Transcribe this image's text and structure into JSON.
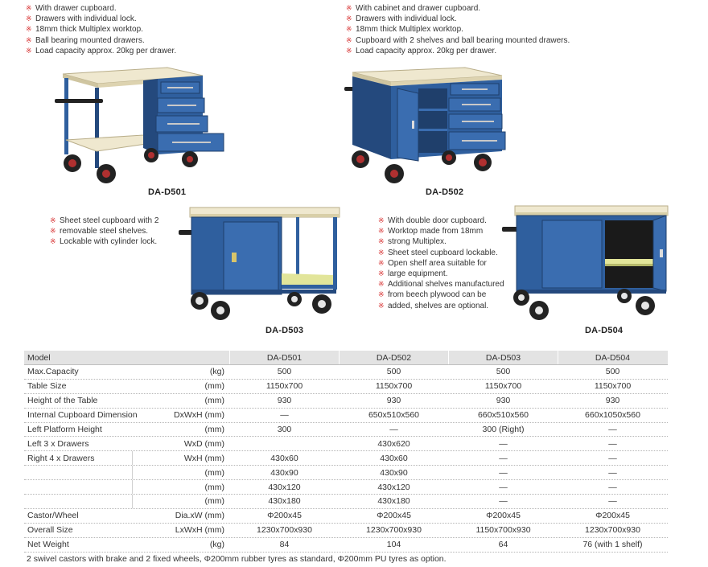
{
  "d501": {
    "model": "DA-D501",
    "bullets": [
      "With drawer cupboard.",
      "Drawers with individual lock.",
      "18mm thick Multiplex worktop.",
      "Ball bearing mounted drawers.",
      "Load capacity approx. 20kg per drawer."
    ]
  },
  "d502": {
    "model": "DA-D502",
    "bullets": [
      "With cabinet and drawer cupboard.",
      "Drawers with individual lock.",
      "18mm thick Multiplex worktop.",
      "Cupboard with 2 shelves and ball bearing mounted drawers.",
      "Load capacity approx. 20kg per drawer."
    ]
  },
  "d503": {
    "model": "DA-D503",
    "bullets": [
      "Sheet steel cupboard with 2",
      "removable steel shelves.",
      "Lockable with cylinder lock."
    ]
  },
  "d504": {
    "model": "DA-D504",
    "bullets": [
      "With double door cupboard.",
      "Worktop made from 18mm",
      "strong Multiplex.",
      "Sheet steel cupboard lockable.",
      "Open shelf area suitable for",
      "large equipment.",
      "Additional shelves manufactured",
      "from beech plywood can be",
      "added, shelves are optional."
    ]
  },
  "colors": {
    "blue": "#2f5f9e",
    "worktop": "#efe8cf",
    "bullet": "#d62b2b"
  },
  "bullet_mark": "※",
  "table": {
    "header": {
      "label": "Model",
      "cols": [
        "DA-D501",
        "DA-D502",
        "DA-D503",
        "DA-D504"
      ]
    },
    "rows": [
      {
        "label": "Max.Capacity",
        "unit": "(kg)",
        "vals": [
          "500",
          "500",
          "500",
          "500"
        ]
      },
      {
        "label": "Table Size",
        "unit": "(mm)",
        "vals": [
          "1150x700",
          "1150x700",
          "1150x700",
          "1150x700"
        ]
      },
      {
        "label": "Height of the Table",
        "unit": "(mm)",
        "vals": [
          "930",
          "930",
          "930",
          "930"
        ]
      },
      {
        "label": "Internal Cupboard Dimension",
        "unit": "DxWxH (mm)",
        "vals": [
          "—",
          "650x510x560",
          "660x510x560",
          "660x1050x560"
        ]
      },
      {
        "label": "Left Platform Height",
        "unit": "(mm)",
        "vals": [
          "300",
          "—",
          "300 (Right)",
          "—"
        ]
      },
      {
        "label": "Left 3 x Drawers",
        "unit": "WxD (mm)",
        "vals": [
          "",
          "430x620",
          "—",
          "—"
        ]
      }
    ],
    "drawers": {
      "label": "Right 4 x Drawers",
      "rows": [
        {
          "unit": "WxH (mm)",
          "vals": [
            "430x60",
            "430x60",
            "—",
            "—"
          ]
        },
        {
          "unit": "(mm)",
          "vals": [
            "430x90",
            "430x90",
            "—",
            "—"
          ]
        },
        {
          "unit": "(mm)",
          "vals": [
            "430x120",
            "430x120",
            "—",
            "—"
          ]
        },
        {
          "unit": "(mm)",
          "vals": [
            "430x180",
            "430x180",
            "—",
            "—"
          ]
        }
      ]
    },
    "tail": [
      {
        "label": "Castor/Wheel",
        "unit": "Dia.xW (mm)",
        "vals": [
          "Φ200x45",
          "Φ200x45",
          "Φ200x45",
          "Φ200x45"
        ]
      },
      {
        "label": "Overall Size",
        "unit": "LxWxH (mm)",
        "vals": [
          "1230x700x930",
          "1230x700x930",
          "1150x700x930",
          "1230x700x930"
        ]
      },
      {
        "label": "Net Weight",
        "unit": "(kg)",
        "vals": [
          "84",
          "104",
          "64",
          "76 (with 1 shelf)"
        ]
      }
    ]
  },
  "footnote": "2 swivel castors with brake and 2 fixed wheels, Φ200mm rubber tyres as standard, Φ200mm PU tyres as option."
}
